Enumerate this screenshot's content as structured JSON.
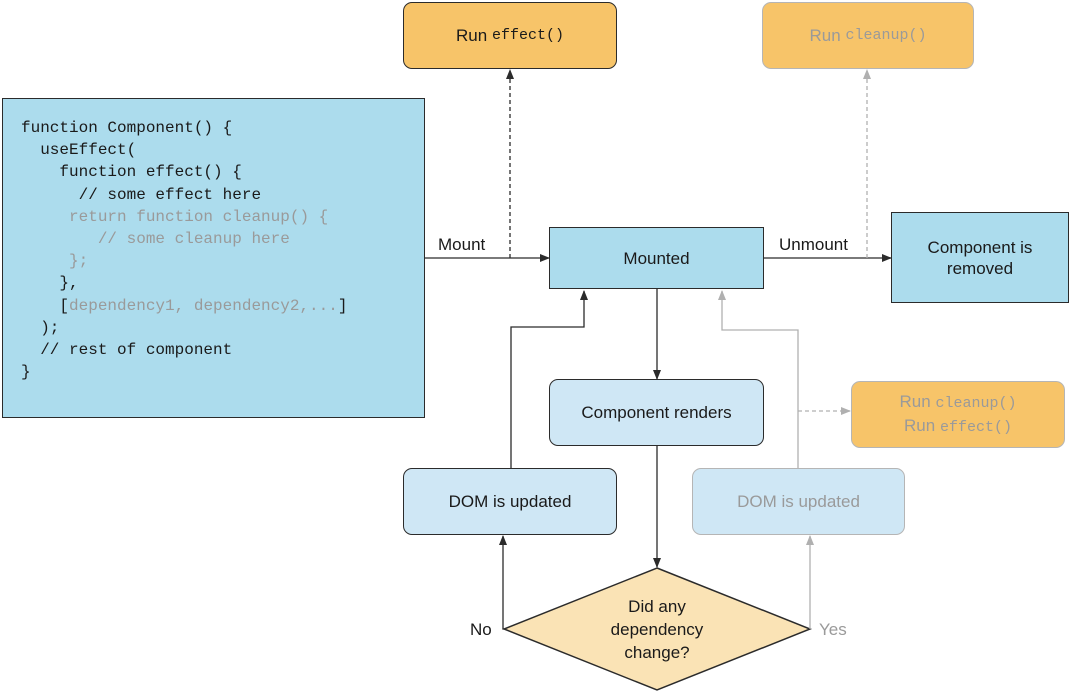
{
  "code": {
    "lines": [
      {
        "text": "function Component() {",
        "muted": false
      },
      {
        "text": "  useEffect(",
        "muted": false
      },
      {
        "text": "    function effect() {",
        "muted": false
      },
      {
        "text": "      // some effect here",
        "muted": false
      },
      {
        "text": "     return function cleanup() {",
        "muted": true
      },
      {
        "text": "        // some cleanup here",
        "muted": true
      },
      {
        "text": "     };",
        "muted": true
      },
      {
        "text": "    },",
        "muted": false
      },
      {
        "text": "    [",
        "muted": false,
        "tail_muted": "dependency1, dependency2,...",
        "tail": "]"
      },
      {
        "text": "  );",
        "muted": false
      },
      {
        "text": "  // rest of component",
        "muted": false
      },
      {
        "text": "}",
        "muted": false
      }
    ]
  },
  "nodes": {
    "run_effect": {
      "word": "Run",
      "code": "effect()"
    },
    "run_cleanup": {
      "word": "Run",
      "code": "cleanup()"
    },
    "mounted": "Mounted",
    "removed_line1": "Component is",
    "removed_line2": "removed",
    "renders": "Component renders",
    "run_both": {
      "word1": "Run",
      "code1": "cleanup()",
      "word2": "Run",
      "code2": "effect()"
    },
    "dom_left": "DOM is updated",
    "dom_right": "DOM is updated",
    "decision_line1": "Did any",
    "decision_line2": "dependency",
    "decision_line3": "change?"
  },
  "edges": {
    "mount": "Mount",
    "unmount": "Unmount",
    "no": "No",
    "yes": "Yes"
  },
  "colors": {
    "code_bg": "#acdced",
    "mounted_bg": "#acdced",
    "node_bg": "#cfe7f5",
    "run_bg": "#f7c469",
    "decision_bg": "#fae3b5",
    "line": "#2b2b2b",
    "muted": "#9a9a9a"
  }
}
